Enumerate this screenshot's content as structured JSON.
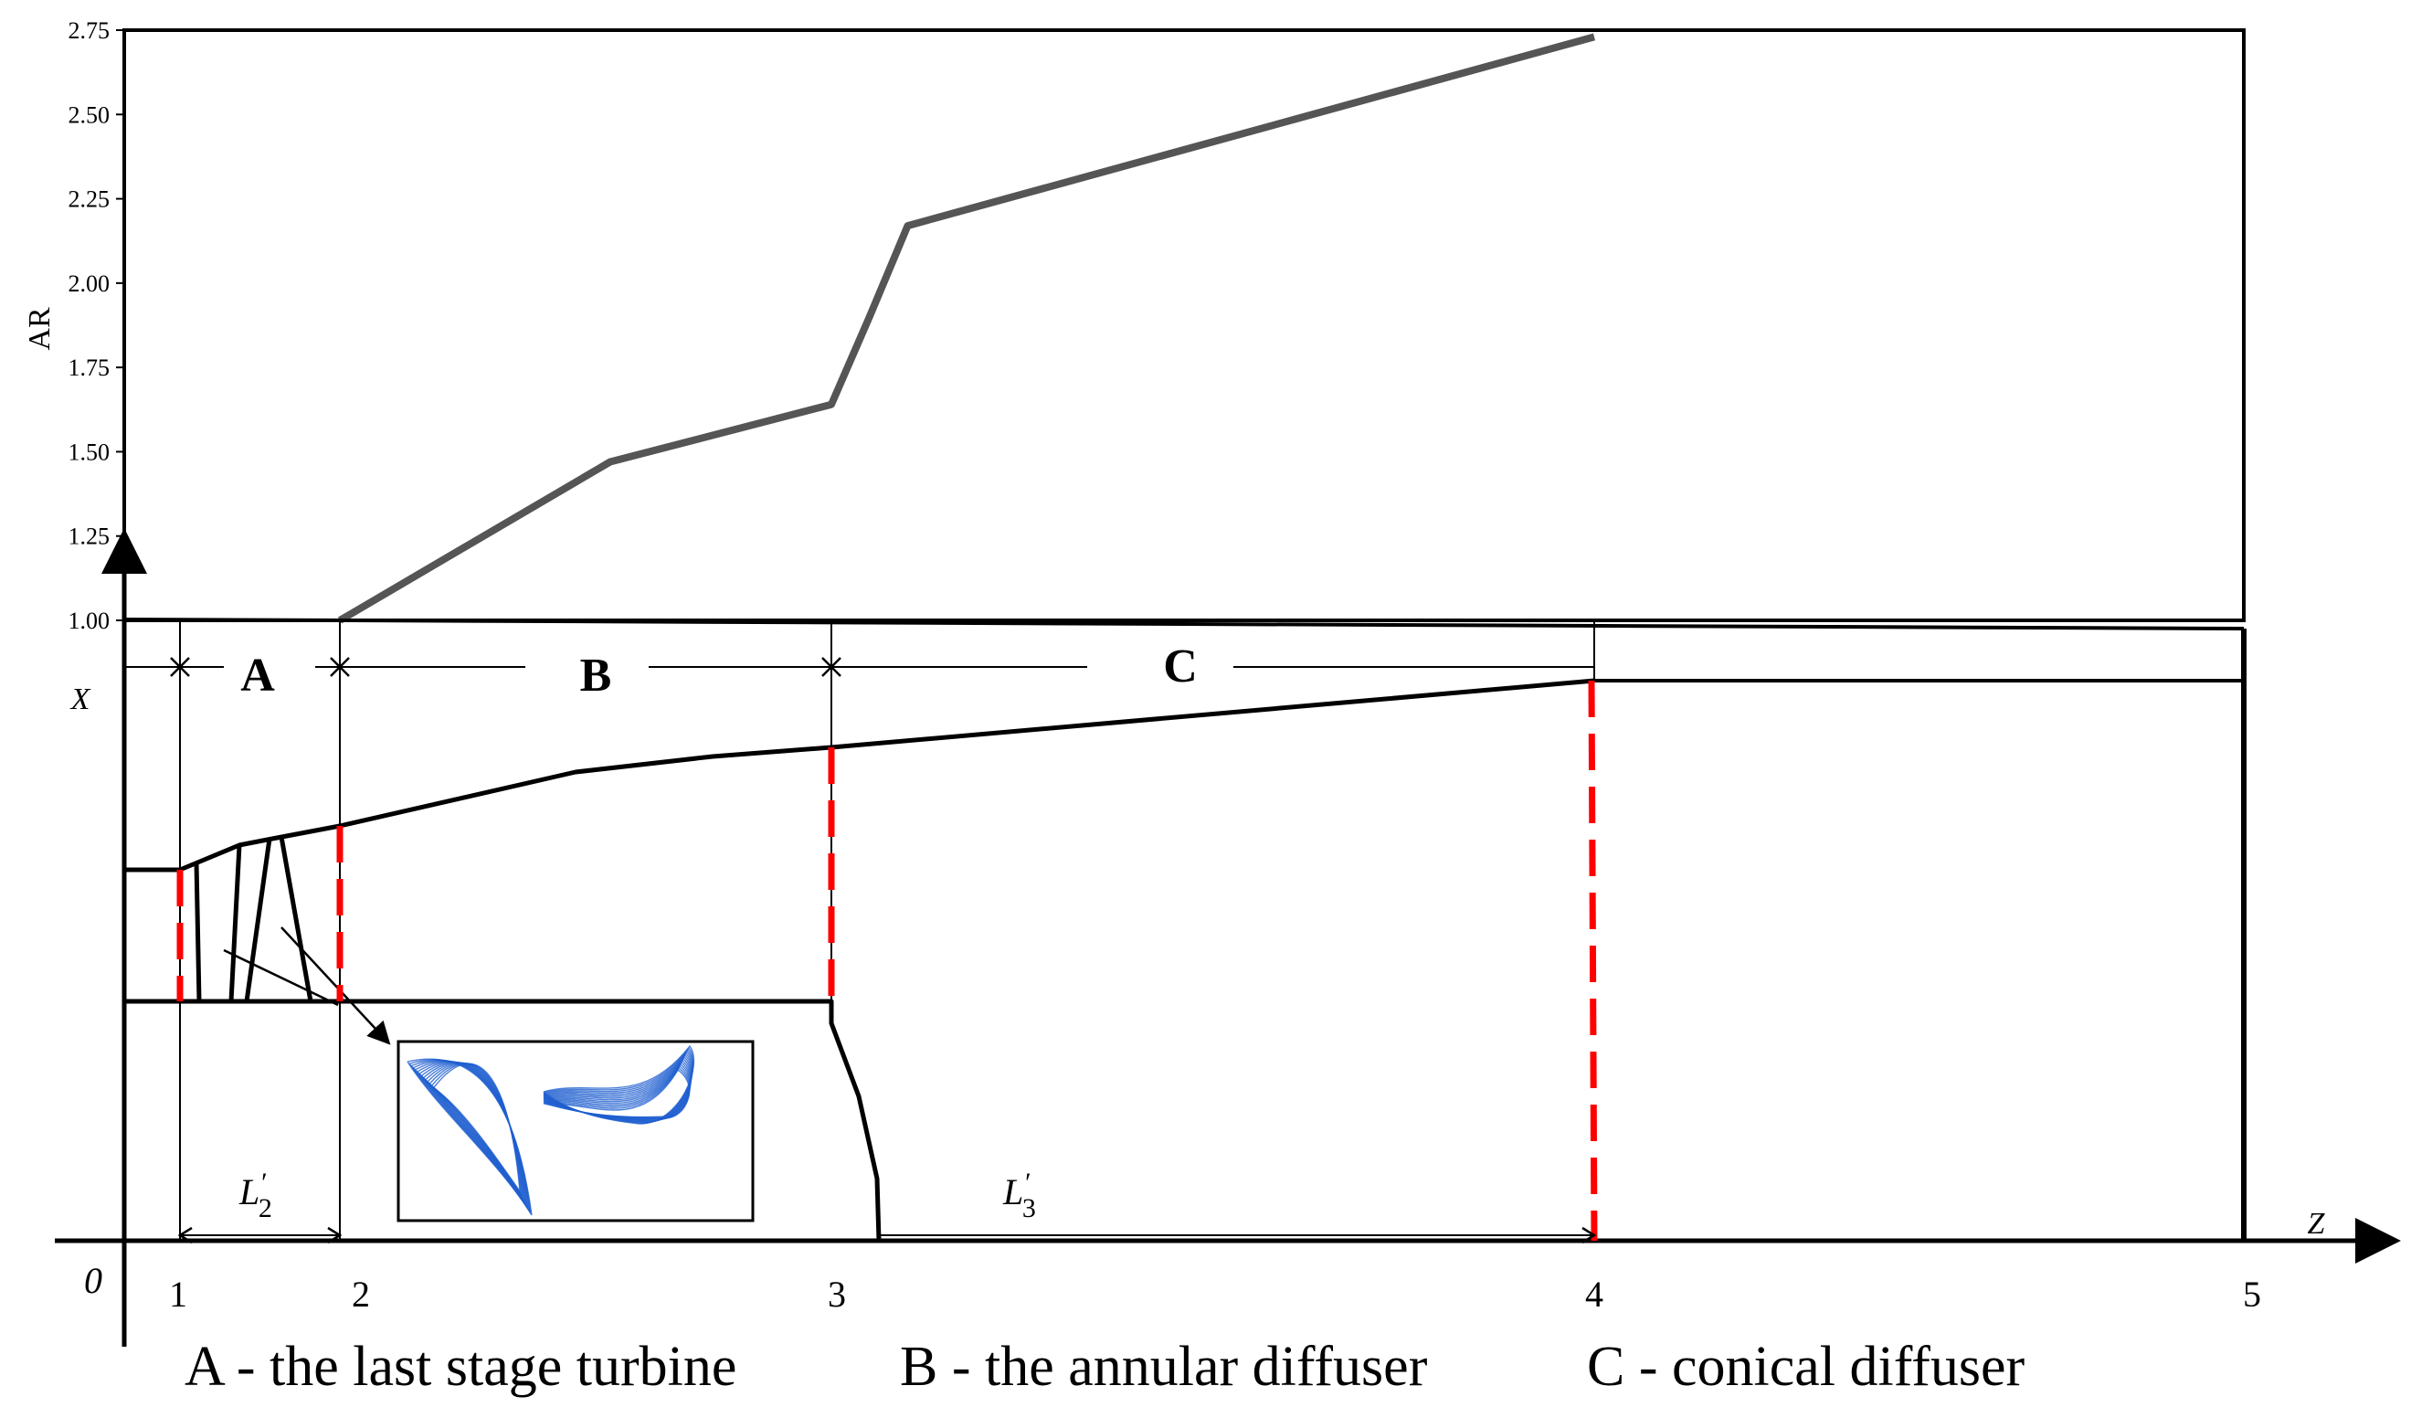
{
  "chart_data": {
    "type": "line",
    "ylabel": "AR",
    "y_ticks": [
      "1.00",
      "1.25",
      "1.50",
      "1.75",
      "2.00",
      "2.25",
      "2.50",
      "2.75"
    ],
    "ylim": [
      1.0,
      2.75
    ],
    "series": [
      {
        "x": [
          2.0,
          2.55,
          3.0,
          3.05,
          3.1,
          4.0
        ],
        "y": [
          1.0,
          1.47,
          1.64,
          1.9,
          2.17,
          2.73
        ]
      }
    ]
  },
  "diagram": {
    "x_axis_label": "Z",
    "y_axis_label": "X",
    "origin_label": "0",
    "stations": [
      "1",
      "2",
      "3",
      "4",
      "5"
    ],
    "sections": [
      "A",
      "B",
      "C"
    ],
    "lengths": {
      "l2_base": "L",
      "l2_prime": "′",
      "l2_sub": "2",
      "l3_base": "L",
      "l3_prime": "′",
      "l3_sub": "3"
    },
    "legend": [
      "A - the last stage turbine",
      "B - the annular diffuser",
      "C - conical diffuser"
    ],
    "colors": {
      "section_boundary": "#ff0000",
      "blade_inset": "#1f5fd0",
      "ar_curve": "#555555"
    }
  }
}
